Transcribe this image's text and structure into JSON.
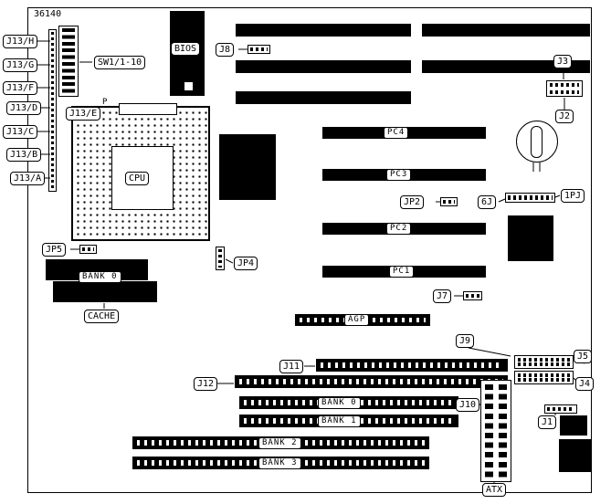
{
  "board": {
    "part_number": "36140",
    "pin_marker": "P"
  },
  "colors": {
    "ink": "#000000",
    "paper": "#ffffff"
  },
  "callouts": {
    "j13h": "J13/H",
    "j13g": "J13/G",
    "j13f": "J13/F",
    "j13d": "J13/D",
    "j13c": "J13/C",
    "j13b": "J13/B",
    "j13a": "J13/A",
    "j13e": "J13/E",
    "sw1": "SW1/1-10",
    "bios": "BIOS",
    "j8": "J8",
    "j3": "J3",
    "j2": "J2",
    "cpu": "CPU",
    "jp2": "JP2",
    "j6": "6J",
    "pj1": "1PJ",
    "jp5": "JP5",
    "jp4": "JP4",
    "bank0_cache": "BANK 0",
    "cache": "CACHE",
    "j7": "J7",
    "j9": "J9",
    "j5": "J5",
    "j11": "J11",
    "j12": "J12",
    "j4": "J4",
    "j10": "J10",
    "j1": "J1",
    "atx": "ATX"
  },
  "slots": {
    "pc4": "PC4",
    "pc3": "PC3",
    "pc2": "PC2",
    "pc1": "PC1",
    "agp": "AGP",
    "bank0": "BANK 0",
    "bank1": "BANK 1",
    "bank2": "BANK 2",
    "bank3": "BANK 3"
  }
}
